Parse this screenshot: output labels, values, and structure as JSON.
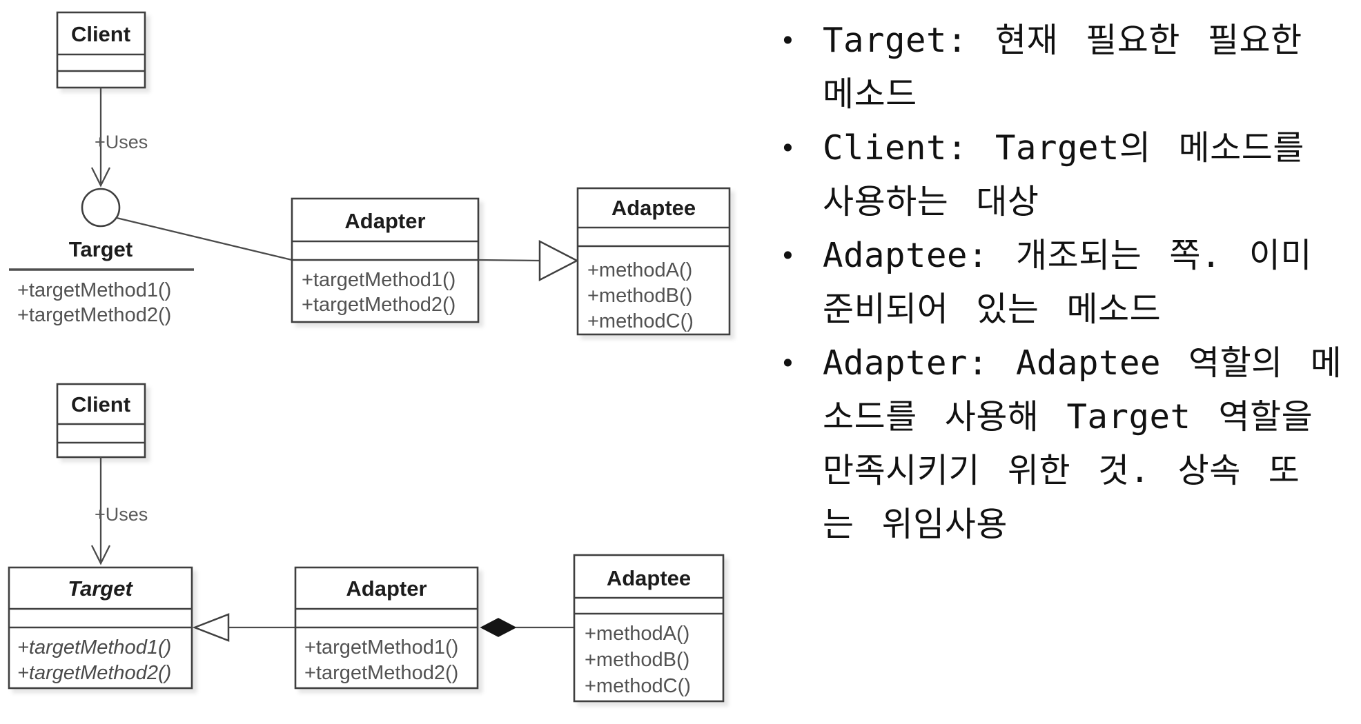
{
  "colors": {
    "background": "#ffffff",
    "line": "#3f3f3f",
    "title_text": "#1c1c1c",
    "method_text": "#525252",
    "label_text": "#5a5a5a",
    "notes_text": "#111111",
    "diamond_fill": "#141414"
  },
  "diagram_top": {
    "client": {
      "title": "Client"
    },
    "uses_label": "+Uses",
    "target_interface": {
      "title": "Target",
      "methods": [
        "+targetMethod1()",
        "+targetMethod2()"
      ]
    },
    "adapter": {
      "title": "Adapter",
      "methods": [
        "+targetMethod1()",
        "+targetMethod2()"
      ]
    },
    "adaptee": {
      "title": "Adaptee",
      "methods": [
        "+methodA()",
        "+methodB()",
        "+methodC()"
      ]
    }
  },
  "diagram_bottom": {
    "client": {
      "title": "Client"
    },
    "uses_label": "+Uses",
    "target": {
      "title": "Target",
      "methods": [
        "+targetMethod1()",
        "+targetMethod2()"
      ]
    },
    "adapter": {
      "title": "Adapter",
      "methods": [
        "+targetMethod1()",
        "+targetMethod2()"
      ]
    },
    "adaptee": {
      "title": "Adaptee",
      "methods": [
        "+methodA()",
        "+methodB()",
        "+methodC()"
      ]
    }
  },
  "notes": {
    "bullet_glyph": "•",
    "bullets": [
      {
        "lines": [
          "Target: 현재 필요한 필요한",
          "메소드"
        ]
      },
      {
        "lines": [
          "Client: Target의 메소드를",
          "사용하는 대상"
        ]
      },
      {
        "lines": [
          "Adaptee: 개조되는 쪽. 이미",
          "준비되어 있는 메소드"
        ]
      },
      {
        "lines": [
          "Adapter: Adaptee 역할의 메",
          "소드를 사용해 Target 역할을",
          "만족시키기 위한 것. 상속 또",
          "는 위임사용"
        ]
      }
    ]
  }
}
